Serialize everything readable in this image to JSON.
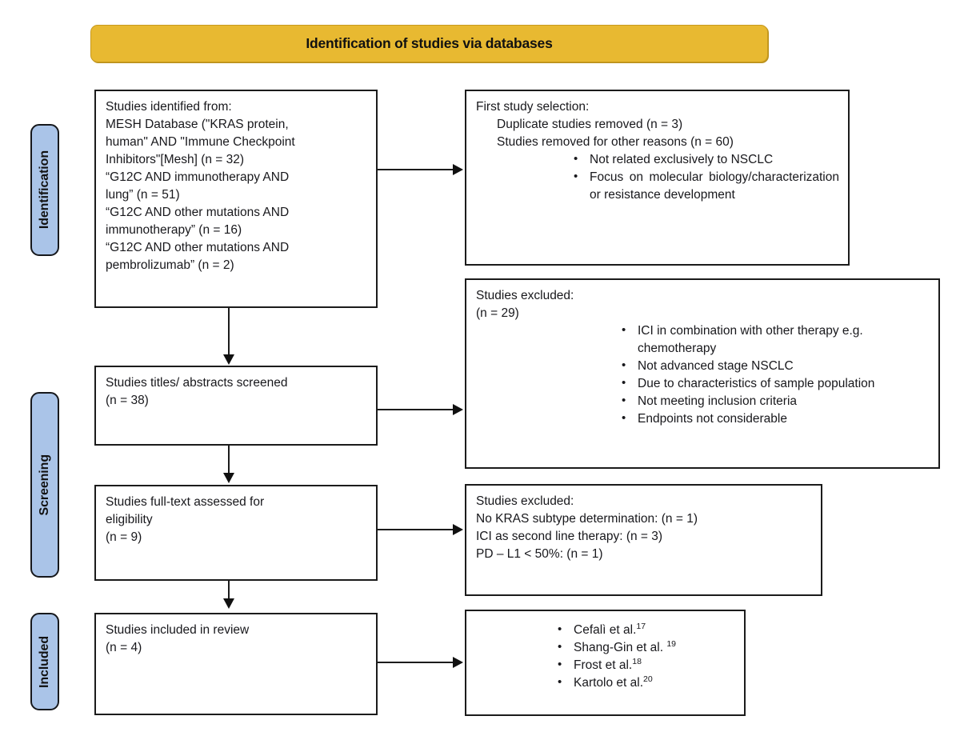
{
  "diagram": {
    "title": "Identification of studies via databases",
    "type": "PRISMA flow diagram"
  },
  "banner": {
    "label": "Identification of studies via databases",
    "color": "#e8b931"
  },
  "stages": [
    {
      "label": "Identification",
      "color": "#aac4e8"
    },
    {
      "label": "Screening",
      "color": "#aac4e8"
    },
    {
      "label": "Included",
      "color": "#aac4e8"
    }
  ],
  "boxes": {
    "identified": {
      "lines": [
        "Studies identified from:",
        "MESH Database (\"KRAS protein,",
        "human\" AND \"Immune Checkpoint",
        "Inhibitors\"[Mesh] (n = 32)",
        "“G12C AND immunotherapy AND",
        "lung” (n = 51)",
        "“G12C AND other mutations AND",
        "immunotherapy” (n = 16)",
        "“G12C AND other mutations AND",
        "pembrolizumab” (n = 2)"
      ]
    },
    "first_selection": {
      "heading": "First study selection:",
      "sub_lines": [
        "Duplicate studies removed (n = 3)",
        "Studies removed for other reasons (n = 60)"
      ],
      "bullets": [
        "Not related exclusively to NSCLC",
        "Focus on molecular biology/characterization or resistance development"
      ]
    },
    "titles_screened": {
      "lines": [
        "Studies titles/ abstracts screened",
        "(n = 38)"
      ]
    },
    "excluded_screening": {
      "lines": [
        "Studies excluded:",
        "(n = 29)"
      ],
      "bullets": [
        "ICI in combination with other therapy e.g. chemotherapy",
        "Not advanced stage NSCLC",
        "Due to characteristics of sample population",
        "Not meeting inclusion criteria",
        "Endpoints not considerable"
      ]
    },
    "fulltext_assessed": {
      "lines": [
        "Studies full-text assessed for",
        "eligibility",
        "(n = 9)"
      ]
    },
    "excluded_eligibility": {
      "lines": [
        "Studies excluded:",
        "No KRAS subtype determination: (n = 1)",
        "ICI as second line therapy: (n = 3)",
        "PD – L1 < 50%: (n = 1)"
      ]
    },
    "included_review": {
      "lines": [
        "Studies included in review",
        "(n = 4)"
      ]
    },
    "included_studies": {
      "bullets": [
        {
          "name": "Cefalì et al.",
          "ref": "17"
        },
        {
          "name": "Shang-Gin et al. ",
          "ref": "19"
        },
        {
          "name": "Frost et al.",
          "ref": "18"
        },
        {
          "name": "Kartolo et al.",
          "ref": "20"
        }
      ]
    }
  }
}
